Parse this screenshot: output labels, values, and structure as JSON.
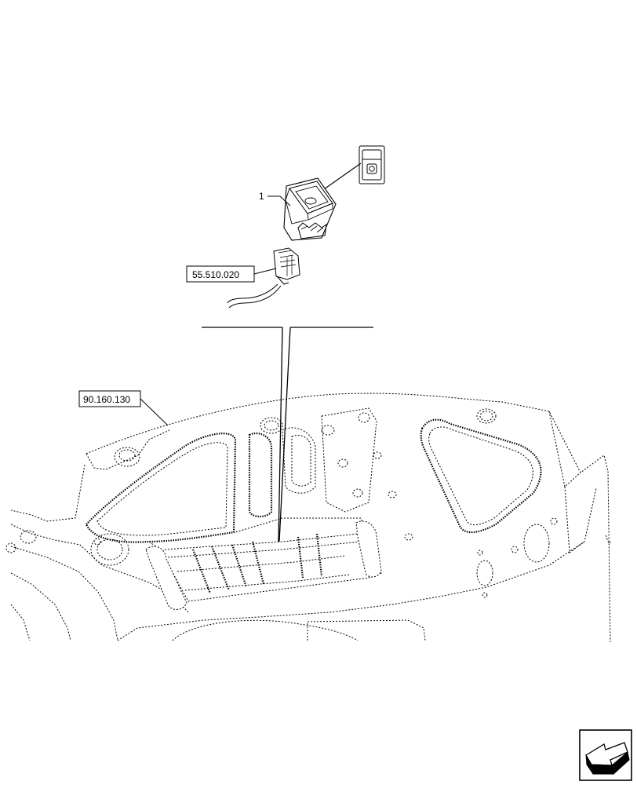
{
  "callouts": {
    "item_number": "1",
    "harness_ref": "55.510.020",
    "frame_ref": "90.160.130"
  },
  "icons": {
    "switch_symbol": "lock-symbol-icon",
    "nav_arrow": "navigation-arrow-icon"
  }
}
